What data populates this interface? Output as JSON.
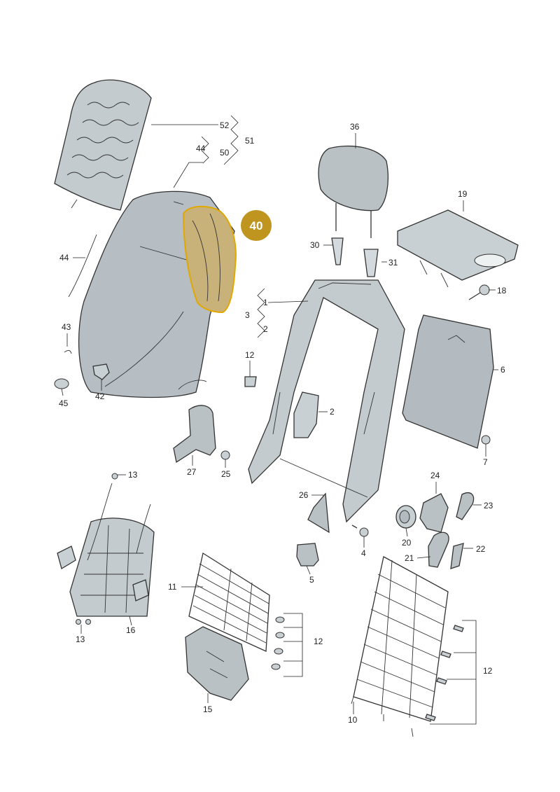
{
  "colors": {
    "part_fill": "#b9c1c5",
    "part_light": "#d3d9dc",
    "part_dark": "#8f989d",
    "frame_fill": "#c4cbcf",
    "highlight_fill": "#c8b27a",
    "highlight_stroke": "#e0a800",
    "badge_fill": "#c0951f",
    "line": "#222222"
  },
  "badge": {
    "label": "40"
  },
  "callouts": [
    {
      "id": "c52",
      "text": "52"
    },
    {
      "id": "c51",
      "text": "51"
    },
    {
      "id": "c44a",
      "text": "44"
    },
    {
      "id": "c50",
      "text": "50"
    },
    {
      "id": "c36",
      "text": "36"
    },
    {
      "id": "c19",
      "text": "19"
    },
    {
      "id": "c30",
      "text": "30"
    },
    {
      "id": "c31",
      "text": "31"
    },
    {
      "id": "c18",
      "text": "18"
    },
    {
      "id": "c44b",
      "text": "44"
    },
    {
      "id": "c1",
      "text": "1"
    },
    {
      "id": "c3",
      "text": "3"
    },
    {
      "id": "c2a",
      "text": "2"
    },
    {
      "id": "c43",
      "text": "43"
    },
    {
      "id": "c6",
      "text": "6"
    },
    {
      "id": "c12a",
      "text": "12"
    },
    {
      "id": "c2b",
      "text": "2"
    },
    {
      "id": "c45",
      "text": "45"
    },
    {
      "id": "c42",
      "text": "42"
    },
    {
      "id": "c27",
      "text": "27"
    },
    {
      "id": "c25",
      "text": "25"
    },
    {
      "id": "c7",
      "text": "7"
    },
    {
      "id": "c13a",
      "text": "13"
    },
    {
      "id": "c24",
      "text": "24"
    },
    {
      "id": "c26",
      "text": "26"
    },
    {
      "id": "c23",
      "text": "23"
    },
    {
      "id": "c20",
      "text": "20"
    },
    {
      "id": "c4",
      "text": "4"
    },
    {
      "id": "c22",
      "text": "22"
    },
    {
      "id": "c21",
      "text": "21"
    },
    {
      "id": "c5",
      "text": "5"
    },
    {
      "id": "c11",
      "text": "11"
    },
    {
      "id": "c16",
      "text": "16"
    },
    {
      "id": "c13b",
      "text": "13"
    },
    {
      "id": "c12b",
      "text": "12"
    },
    {
      "id": "c12c",
      "text": "12"
    },
    {
      "id": "c15",
      "text": "15"
    },
    {
      "id": "c10",
      "text": "10"
    }
  ]
}
